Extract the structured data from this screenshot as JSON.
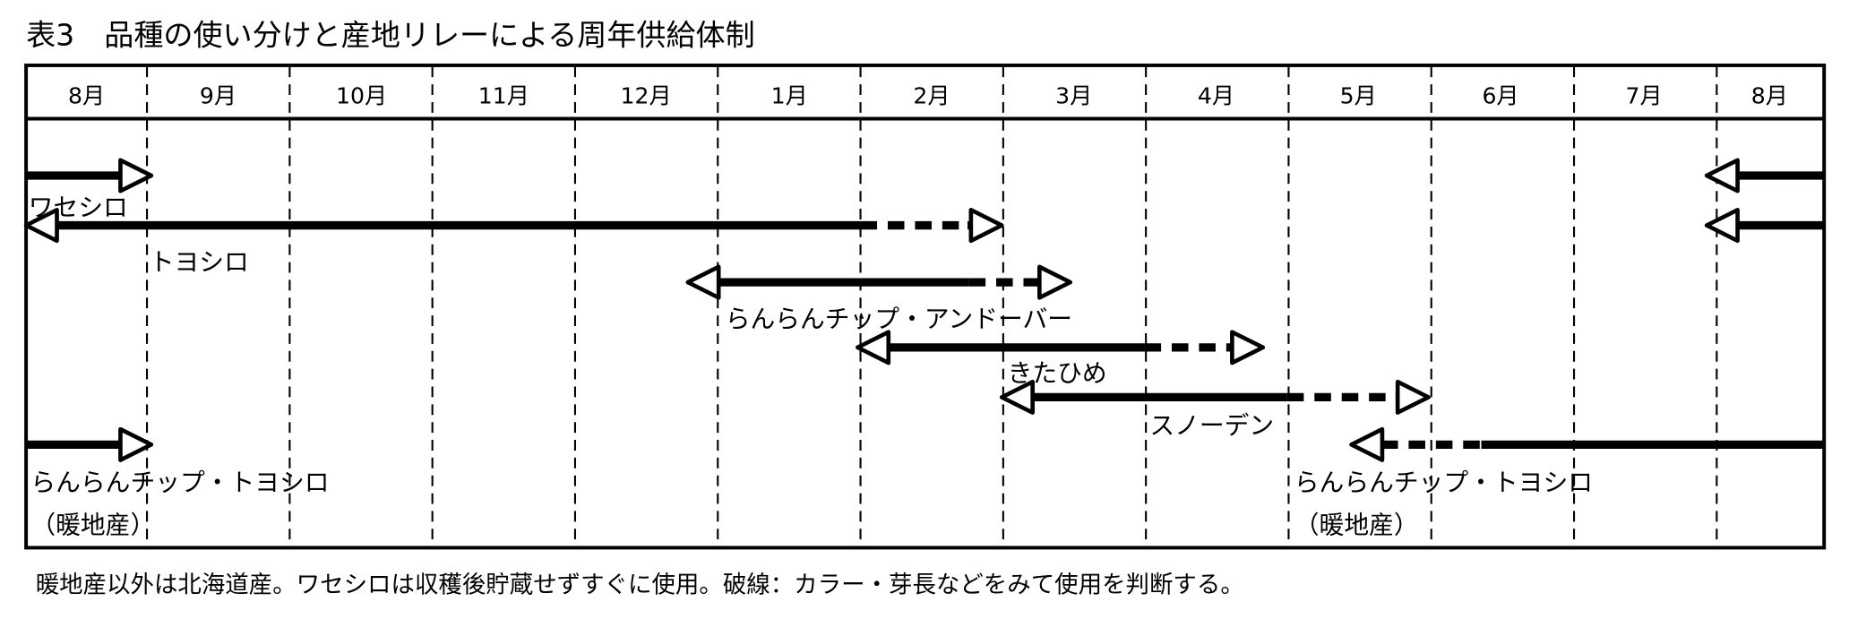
{
  "title": "表3　品種の使い分けと産地リレーによる周年供給体制",
  "months": [
    "8月",
    "9月",
    "10月",
    "11月",
    "12月",
    "1月",
    "2月",
    "3月",
    "4月",
    "5月",
    "6月",
    "7月",
    "8月"
  ],
  "varieties": [
    {
      "label": "ワセシロ",
      "label2": ""
    },
    {
      "label": "トヨシロ",
      "label2": ""
    },
    {
      "label": "らんらんチップ・アンドーバー",
      "label2": ""
    },
    {
      "label": "きたひめ",
      "label2": ""
    },
    {
      "label": "スノーデン",
      "label2": ""
    },
    {
      "label": "らんらんチップ・トヨシロ",
      "label2": "（暖地産）",
      "label_b": "らんらんチップ・トヨシロ",
      "label2_b": "（暖地産）"
    }
  ],
  "supply_arrows_month_units": [
    {
      "row": 0,
      "from": 0.15,
      "to": 1.03,
      "heads": "right"
    },
    {
      "row": 0,
      "from": 11.93,
      "to": 12.75,
      "heads": "left"
    },
    {
      "row": 1,
      "from": 0.15,
      "to": 6.99,
      "heads": "both",
      "dashed": [
        6.0,
        6.75
      ]
    },
    {
      "row": 1,
      "from": 11.93,
      "to": 12.75,
      "heads": "left"
    },
    {
      "row": 2,
      "from": 4.79,
      "to": 7.47,
      "heads": "both",
      "dashed": [
        6.76,
        7.24
      ]
    },
    {
      "row": 3,
      "from": 5.98,
      "to": 8.82,
      "heads": "both",
      "dashed": [
        7.99,
        8.58
      ]
    },
    {
      "row": 4,
      "from": 6.99,
      "to": 9.98,
      "heads": "both",
      "dashed": [
        8.99,
        9.75
      ]
    },
    {
      "row": 5,
      "from": 0.15,
      "to": 1.03,
      "heads": "right"
    },
    {
      "row": 5,
      "from": 9.44,
      "to": 12.75,
      "heads": "left",
      "dashed": [
        9.65,
        10.35
      ]
    }
  ],
  "footnote": "暖地産以外は北海道産。ワセシロは収穫後貯蔵せずすぐに使用。破線：カラー・芽長などをみて使用を判断する。",
  "colors": {
    "ink": "#000000",
    "background": "#ffffff"
  }
}
